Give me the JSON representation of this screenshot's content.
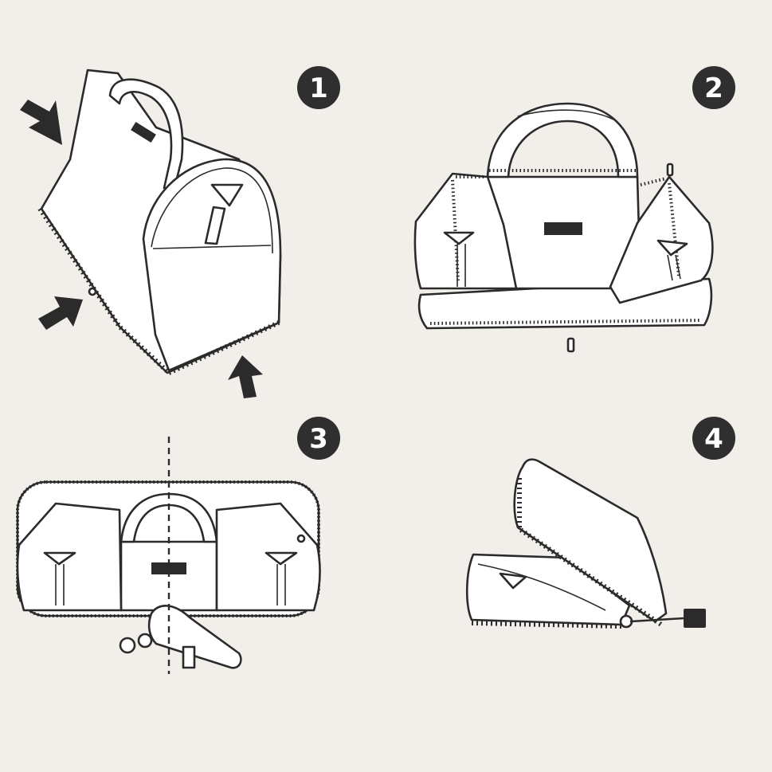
{
  "steps": [
    {
      "number": "1"
    },
    {
      "number": "2"
    },
    {
      "number": "3"
    },
    {
      "number": "4"
    }
  ],
  "colors": {
    "background": "#f2efea",
    "ink": "#2b2b2b",
    "badge": "#2f2f2f",
    "paper": "#ffffff"
  }
}
